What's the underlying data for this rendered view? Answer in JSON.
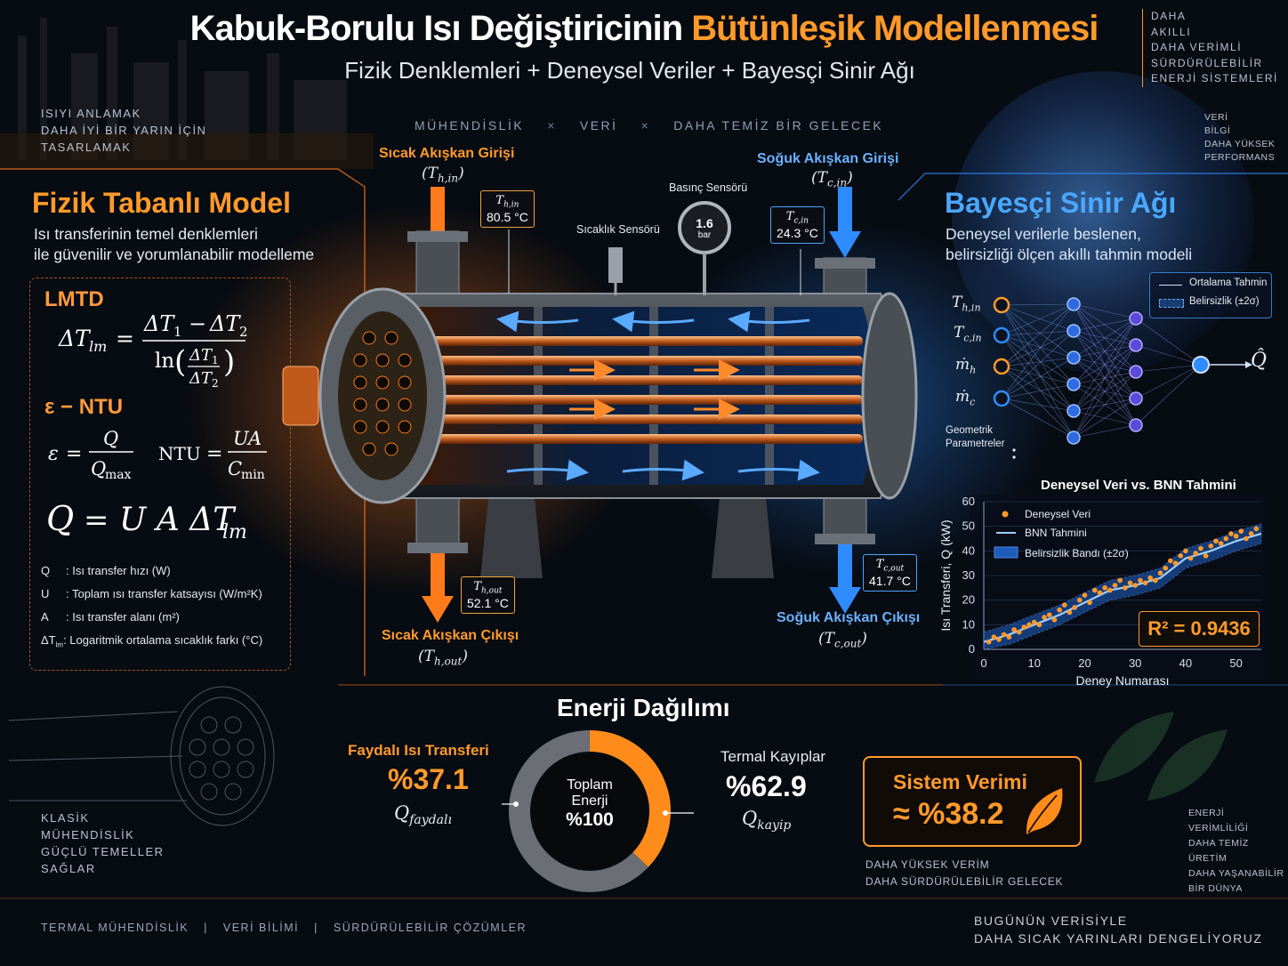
{
  "header": {
    "title_part1": "Kabuk-Borulu Isı Değiştiricinin",
    "title_part2": "Bütünleşik Modellenmesi",
    "subtitle": "Fizik Denklemleri + Deneysel Veriler + Bayesçi Sinir Ağı",
    "tagline": [
      "MÜHENDİSLİK",
      "VERİ",
      "DAHA TEMİZ BİR GELECEK"
    ],
    "tagline_sep": "×"
  },
  "corner_tags": {
    "top_left": [
      "ISIYI ANLAMAK",
      "DAHA İYİ BİR YARIN İÇİN",
      "TASARLAMAK"
    ],
    "top_right": [
      "DAHA",
      "AKILLI",
      "DAHA VERİMLİ",
      "SÜRDÜRÜLEBİLİR",
      "ENERJİ SİSTEMLERİ"
    ],
    "right_small": [
      "VERİ",
      "BİLGİ",
      "DAHA YÜKSEK",
      "PERFORMANS"
    ],
    "bottom_left": [
      "KLASİK",
      "MÜHENDİSLİK",
      "GÜÇLÜ TEMELLER",
      "SAĞLAR"
    ],
    "bottom_right_small": [
      "ENERJİ",
      "VERİMLİLİĞİ",
      "DAHA TEMİZ ÜRETİM",
      "DAHA YAŞANABİLİR",
      "BİR DÜNYA"
    ]
  },
  "physics_panel": {
    "title": "Fizik Tabanlı Model",
    "subtitle_lines": [
      "Isı transferinin temel denklemleri",
      "ile güvenilir ve yorumlanabilir modelleme"
    ],
    "lmtd_label": "LMTD",
    "ntu_label": "ε − NTU",
    "symbols": [
      {
        "sym": "Q",
        "desc": ": Isı transfer hızı (W)"
      },
      {
        "sym": "U",
        "desc": ": Toplam ısı transfer katsayısı (W/m²K)"
      },
      {
        "sym": "A",
        "desc": ": Isı transfer alanı (m²)"
      },
      {
        "sym": "ΔT",
        "sub": "lm",
        "desc": ": Logaritmik ortalama sıcaklık farkı (°C)"
      }
    ]
  },
  "exchanger": {
    "hot_in_label": "Sıcak Akışkan Girişi",
    "hot_in_sym": "(T",
    "hot_in_sub": "h,in",
    "hot_out_label": "Sıcak Akışkan Çıkışı",
    "hot_out_sub": "h,out",
    "cold_in_label": "Soğuk Akışkan Girişi",
    "cold_in_sub": "c,in",
    "cold_out_label": "Soğuk Akışkan Çıkışı",
    "cold_out_sub": "c,out",
    "pressure_sensor": "Basınç Sensörü",
    "temp_sensor": "Sıcaklık Sensörü",
    "gauge_value": "1.6",
    "gauge_unit": "bar",
    "readings": {
      "th_in": "80.5 °C",
      "tc_in": "24.3 °C",
      "th_out": "52.1 °C",
      "tc_out": "41.7 °C"
    },
    "colors": {
      "hot": "#ff7a1a",
      "cold": "#2f8cff"
    }
  },
  "bnn_panel": {
    "title": "Bayesçi Sinir Ağı",
    "subtitle_lines": [
      "Deneysel verilerle beslenen,",
      "belirsizliği ölçen akıllı tahmin modeli"
    ],
    "inputs": [
      {
        "sym": "T",
        "sub": "h,in",
        "color": "#ff9a2a"
      },
      {
        "sym": "T",
        "sub": "c,in",
        "color": "#2f8cff"
      },
      {
        "sym": "ṁ",
        "sub": "h",
        "color": "#ff9a2a"
      },
      {
        "sym": "ṁ",
        "sub": "c",
        "color": "#2f8cff"
      }
    ],
    "geom_label": [
      "Geometrik",
      "Parametreler"
    ],
    "output_sym": "Q̂",
    "legend": [
      "Ortalama Tahmin",
      "Belirsizlik (±2σ)"
    ],
    "layers": [
      6,
      5
    ],
    "input_count": 5
  },
  "chart_data": {
    "type": "scatter",
    "title": "Deneysel Veri vs. BNN Tahmini",
    "xlabel": "Deney Numarası",
    "ylabel": "Isı Transferi, Q (kW)",
    "xlim": [
      0,
      55
    ],
    "ylim": [
      0,
      60
    ],
    "xticks": [
      0,
      10,
      20,
      30,
      40,
      50
    ],
    "yticks": [
      0,
      10,
      20,
      30,
      40,
      50,
      60
    ],
    "legend": [
      "Deneysel Veri",
      "BNN Tahmini",
      "Belirsizlik Bandı (±2σ)"
    ],
    "r2_label": "R² = 0.9436",
    "experimental": [
      [
        1,
        3
      ],
      [
        2,
        5
      ],
      [
        3,
        4
      ],
      [
        4,
        6
      ],
      [
        5,
        5
      ],
      [
        6,
        8
      ],
      [
        7,
        7
      ],
      [
        8,
        9
      ],
      [
        9,
        10
      ],
      [
        10,
        11
      ],
      [
        11,
        10
      ],
      [
        12,
        13
      ],
      [
        13,
        14
      ],
      [
        14,
        12
      ],
      [
        15,
        16
      ],
      [
        16,
        18
      ],
      [
        17,
        15
      ],
      [
        18,
        17
      ],
      [
        19,
        20
      ],
      [
        20,
        22
      ],
      [
        21,
        19
      ],
      [
        22,
        24
      ],
      [
        23,
        23
      ],
      [
        24,
        25
      ],
      [
        25,
        24
      ],
      [
        26,
        26
      ],
      [
        27,
        28
      ],
      [
        28,
        25
      ],
      [
        29,
        27
      ],
      [
        30,
        26
      ],
      [
        31,
        28
      ],
      [
        32,
        27
      ],
      [
        33,
        29
      ],
      [
        34,
        28
      ],
      [
        35,
        31
      ],
      [
        36,
        33
      ],
      [
        37,
        36
      ],
      [
        38,
        35
      ],
      [
        39,
        38
      ],
      [
        40,
        40
      ],
      [
        41,
        37
      ],
      [
        42,
        39
      ],
      [
        43,
        41
      ],
      [
        44,
        38
      ],
      [
        45,
        42
      ],
      [
        46,
        44
      ],
      [
        47,
        43
      ],
      [
        48,
        45
      ],
      [
        49,
        47
      ],
      [
        50,
        46
      ],
      [
        51,
        48
      ],
      [
        52,
        45
      ],
      [
        53,
        47
      ],
      [
        54,
        49
      ]
    ],
    "prediction": [
      [
        0,
        3
      ],
      [
        5,
        6
      ],
      [
        10,
        10
      ],
      [
        15,
        14
      ],
      [
        20,
        19
      ],
      [
        25,
        24
      ],
      [
        30,
        26
      ],
      [
        35,
        29
      ],
      [
        40,
        37
      ],
      [
        45,
        40
      ],
      [
        50,
        44
      ],
      [
        55,
        47
      ]
    ],
    "band_halfwidth": 4,
    "colors": {
      "data": "#ff9a2a",
      "prediction": "#9fd0ff",
      "band": "#1f5bb8"
    }
  },
  "energy": {
    "title": "Enerji Dağılımı",
    "useful_label": "Faydalı Isı Transferi",
    "useful_pct": "%37.1",
    "useful_value": 37.1,
    "useful_sym": "Q",
    "useful_sub": "faydalı",
    "loss_label": "Termal Kayıplar",
    "loss_pct": "%62.9",
    "loss_value": 62.9,
    "loss_sym": "Q",
    "loss_sub": "kayip",
    "center_lines": [
      "Toplam",
      "Enerji",
      "%100"
    ],
    "efficiency_title": "Sistem Verimi",
    "efficiency_value": "≈ %38.2",
    "efficiency_lines": [
      "DAHA YÜKSEK VERİM",
      "DAHA SÜRDÜRÜLEBİLİR GELECEK"
    ],
    "colors": {
      "useful": "#ff8c1a",
      "loss": "#6b6f75"
    }
  },
  "footer": {
    "left": [
      "TERMAL MÜHENDİSLİK",
      "VERİ BİLİMİ",
      "SÜRDÜRÜLEBİLİR ÇÖZÜMLER"
    ],
    "left_sep": "|",
    "right": [
      "BUGÜNÜN VERİSİYLE",
      "DAHA SICAK YARINLARI DENGELİYORUZ"
    ]
  }
}
